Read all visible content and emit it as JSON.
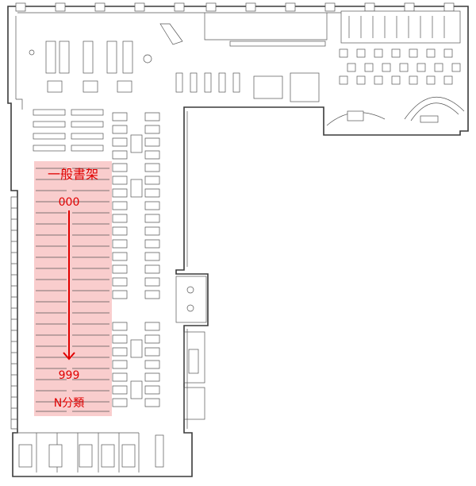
{
  "highlight": {
    "title": "一般書架",
    "range_start": "000",
    "range_end": "999",
    "classification": "N分類",
    "color": "#e00000",
    "zone_color": "#f7b8b8"
  }
}
